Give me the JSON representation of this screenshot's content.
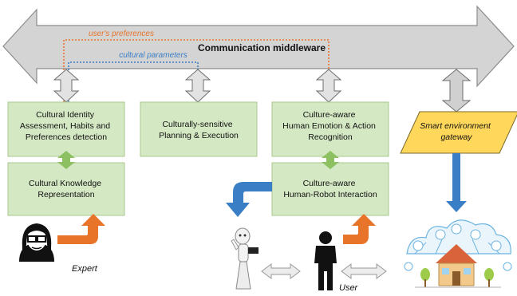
{
  "middleware": {
    "label": "Communication middleware",
    "users_preferences": "user's preferences",
    "cultural_parameters": "cultural parameters"
  },
  "boxes": {
    "cultural_identity": [
      "Cultural Identity",
      "Assessment, Habits and",
      "Preferences detection"
    ],
    "cultural_knowledge": [
      "Cultural Knowledge",
      "Representation"
    ],
    "planning": [
      "Culturally-sensitive",
      "Planning & Execution"
    ],
    "emotion": [
      "Culture-aware",
      "Human Emotion & Action",
      "Recognition"
    ],
    "hri": [
      "Culture-aware",
      "Human-Robot  Interaction"
    ],
    "gateway": [
      "Smart environment",
      "gateway"
    ]
  },
  "actors": {
    "expert": "Expert",
    "user": "User"
  },
  "colors": {
    "box_fill": "#d5e8c4",
    "box_stroke": "#a9c98e",
    "middleware_fill": "#d4d4d4",
    "middleware_stroke": "#8c8c8c",
    "gateway_fill": "#ffd75a",
    "orange": "#e8742a",
    "blue": "#3a7ec6",
    "green_arrow": "#8cc061",
    "gray_arrow": "#c9c9c9"
  }
}
